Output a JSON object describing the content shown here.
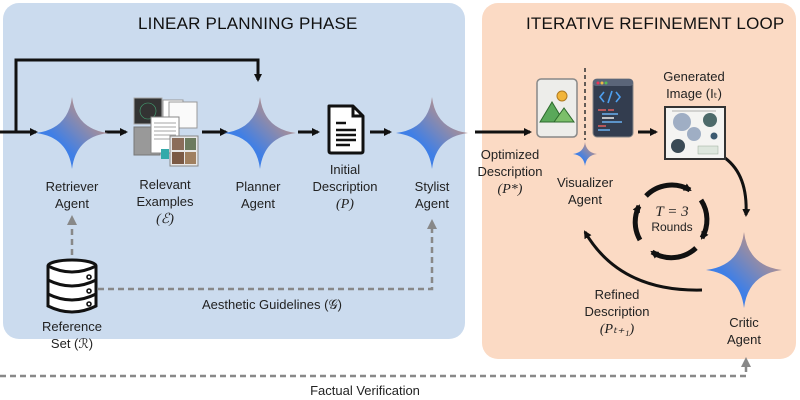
{
  "phases": {
    "left_title": "LINEAR PLANNING PHASE",
    "right_title": "ITERATIVE REFINEMENT LOOP"
  },
  "nodes": {
    "retriever": {
      "line1": "Retriever",
      "line2": "Agent"
    },
    "examples": {
      "line1": "Relevant",
      "line2": "Examples",
      "symbol": "(ℰ)"
    },
    "planner": {
      "line1": "Planner",
      "line2": "Agent"
    },
    "initial_desc": {
      "line1": "Initial",
      "line2": "Description",
      "symbol": "(P)"
    },
    "stylist": {
      "line1": "Stylist",
      "line2": "Agent"
    },
    "optimized_desc": {
      "line1": "Optimized",
      "line2": "Description",
      "symbol": "(P*)"
    },
    "visualizer": {
      "line1": "Visualizer",
      "line2": "Agent"
    },
    "generated_image": {
      "line1": "Generated",
      "line2": "Image (Iₜ)"
    },
    "critic": {
      "line1": "Critic",
      "line2": "Agent"
    },
    "refined_desc": {
      "line1": "Refined",
      "line2": "Description",
      "symbol": "(Pₜ₊₁)"
    },
    "reference_set": {
      "line1": "Reference",
      "line2": "Set (ℛ)"
    }
  },
  "loop": {
    "rounds_expr": "T = 3",
    "rounds_label": "Rounds"
  },
  "edges": {
    "aesthetic": "Aesthetic Guidelines (𝒢)",
    "factual": "Factual Verification"
  },
  "colors": {
    "left_panel": "#cbdbee",
    "right_panel": "#fbdac4",
    "star_orange": "#ef9a6a",
    "star_blue": "#3f7fe6",
    "dashed": "#8a8a8a"
  }
}
